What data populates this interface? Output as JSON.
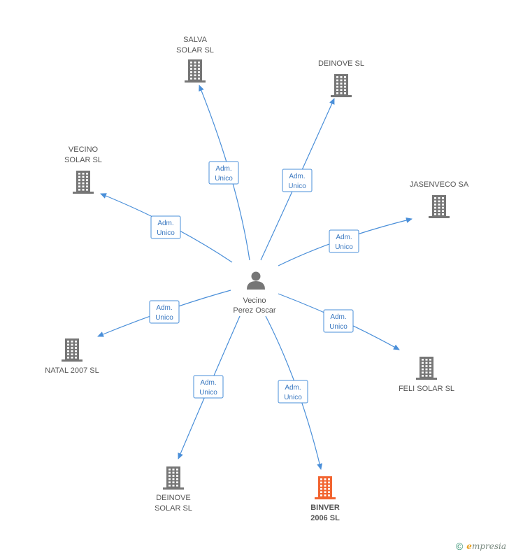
{
  "center": {
    "line1": "Vecino",
    "line2": "Perez Oscar",
    "icon": "person-icon"
  },
  "colors": {
    "edge": "#4a8fd9",
    "building": "#767676",
    "highlight": "#f26430"
  },
  "nodes": [
    {
      "id": "salva-solar-sl",
      "lines": [
        "SALVA",
        "SOLAR SL"
      ],
      "highlight": false,
      "edge": [
        "Adm.",
        "Unico"
      ]
    },
    {
      "id": "deinove-sl",
      "lines": [
        "DEINOVE SL"
      ],
      "highlight": false,
      "edge": [
        "Adm.",
        "Unico"
      ]
    },
    {
      "id": "vecino-solar-sl",
      "lines": [
        "VECINO",
        "SOLAR SL"
      ],
      "highlight": false,
      "edge": [
        "Adm.",
        "Unico"
      ]
    },
    {
      "id": "jasenveco-sa",
      "lines": [
        "JASENVECO SA"
      ],
      "highlight": false,
      "edge": [
        "Adm.",
        "Unico"
      ]
    },
    {
      "id": "natal-2007-sl",
      "lines": [
        "NATAL 2007 SL"
      ],
      "highlight": false,
      "edge": [
        "Adm.",
        "Unico"
      ]
    },
    {
      "id": "feli-solar-sl",
      "lines": [
        "FELI SOLAR SL"
      ],
      "highlight": false,
      "edge": [
        "Adm.",
        "Unico"
      ]
    },
    {
      "id": "deinove-solar-sl",
      "lines": [
        "DEINOVE",
        "SOLAR SL"
      ],
      "highlight": false,
      "edge": [
        "Adm.",
        "Unico"
      ]
    },
    {
      "id": "binver-2006-sl",
      "lines": [
        "BINVER",
        "2006 SL"
      ],
      "highlight": true,
      "edge": [
        "Adm.",
        "Unico"
      ]
    }
  ],
  "footer": {
    "copyright": "©",
    "brand_initial": "e",
    "brand_rest": "mpresia"
  }
}
